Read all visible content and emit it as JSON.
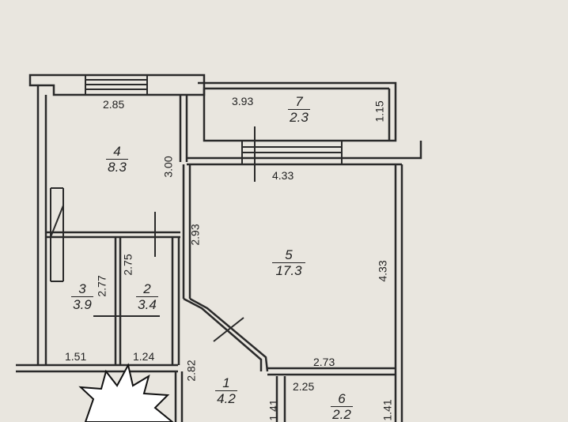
{
  "rooms": [
    {
      "number": "4",
      "area": "8.3"
    },
    {
      "number": "7",
      "area": "2.3"
    },
    {
      "number": "5",
      "area": "17.3"
    },
    {
      "number": "3",
      "area": "3.9"
    },
    {
      "number": "2",
      "area": "3.4"
    },
    {
      "number": "1",
      "area": "4.2"
    },
    {
      "number": "6",
      "area": "2.2"
    }
  ],
  "dimensions": {
    "d_285": "2.85",
    "d_393": "3.93",
    "d_115": "1.15",
    "d_300": "3.00",
    "d_433_top": "4.33",
    "d_293": "2.93",
    "d_433_right": "4.33",
    "d_275": "2.75",
    "d_277": "2.77",
    "d_151": "1.51",
    "d_124": "1.24",
    "d_282": "2.82",
    "d_273": "2.73",
    "d_225": "2.25",
    "d_141_left": "1.41",
    "d_141_right": "1.41"
  },
  "colors": {
    "paper": "#e9e6df",
    "wall": "#2a2a2a",
    "wall_fill": "#f2f0ea"
  }
}
